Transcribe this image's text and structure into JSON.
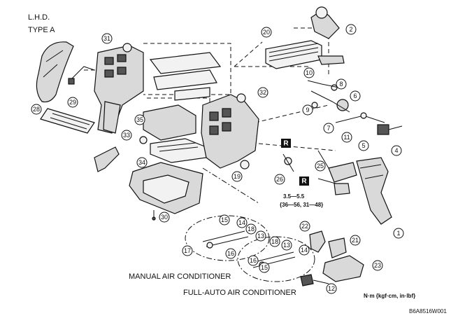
{
  "header": {
    "line1": "L.H.D.",
    "line2": "TYPE A"
  },
  "labels": {
    "manual": "MANUAL AIR CONDITIONER",
    "full_auto": "FULL-AUTO AIR CONDITIONER"
  },
  "torque": {
    "value": "3.5—5.5",
    "alt": "{36—56, 31—48}"
  },
  "units": "N·m {kgf·cm, in·lbf}",
  "figure_code": "B6A8516W001",
  "replace_mark": "R",
  "callouts": [
    "1",
    "2",
    "4",
    "5",
    "6",
    "7",
    "8",
    "9",
    "10",
    "11",
    "12",
    "13",
    "13",
    "14",
    "14",
    "15",
    "15",
    "16",
    "16",
    "17",
    "18",
    "18",
    "19",
    "20",
    "21",
    "22",
    "23",
    "25",
    "26",
    "28",
    "29",
    "30",
    "31",
    "32",
    "33",
    "34",
    "35"
  ]
}
